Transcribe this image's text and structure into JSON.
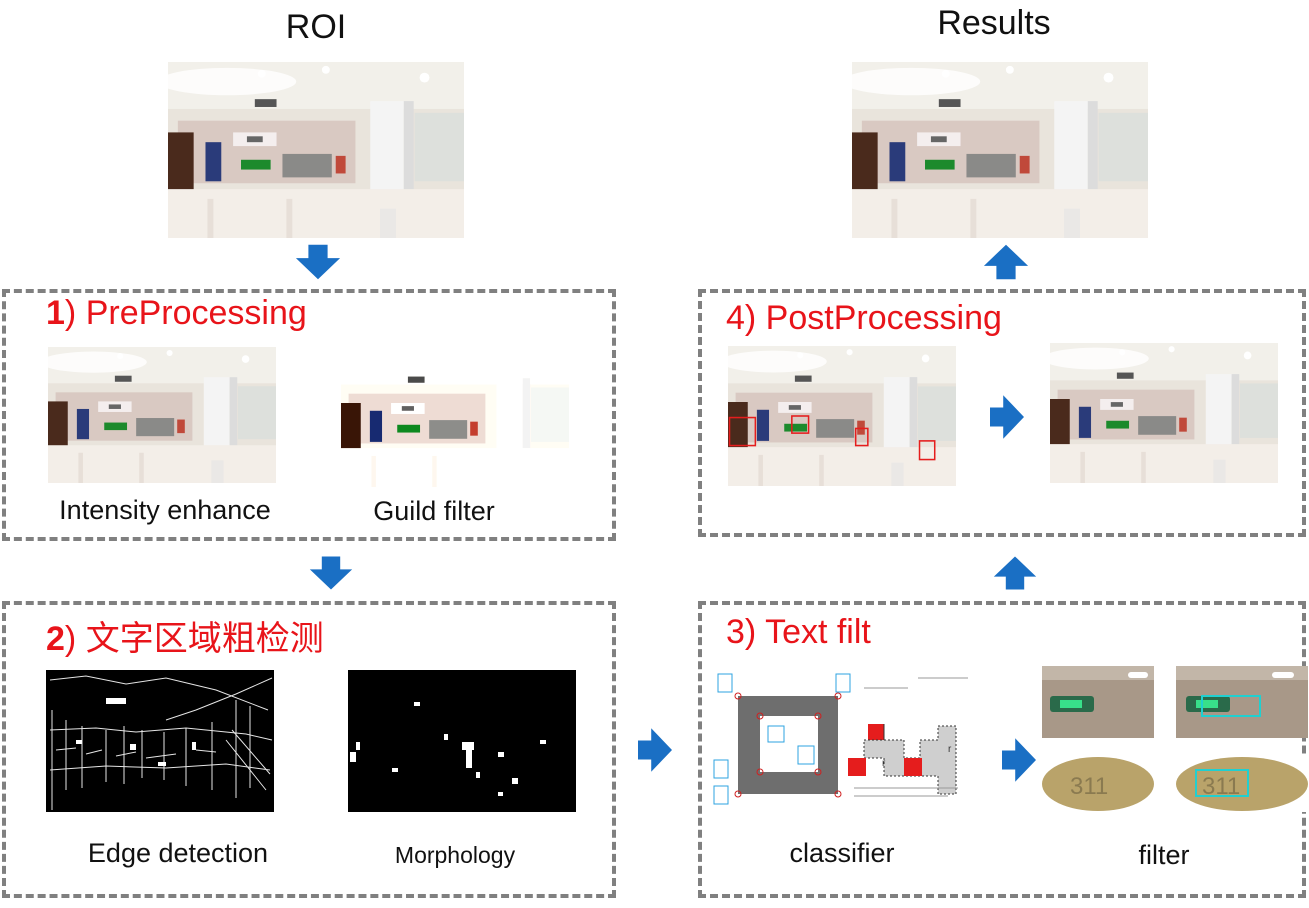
{
  "roi_title": "ROI",
  "results_title": "Results",
  "step1": {
    "num": "1",
    "label": ") PreProcessing",
    "cap_a": "Intensity enhance",
    "cap_b": "Guild filter"
  },
  "step2": {
    "num": "2",
    "label": ") 文字区域粗检测",
    "cap_a": "Edge detection",
    "cap_b": "Morphology"
  },
  "step3": {
    "label": "3) Text filt",
    "cap_a": "classifier",
    "cap_b": "filter"
  },
  "step4": {
    "label": "4) PostProcessing"
  },
  "filter_digits": "311",
  "colors": {
    "accent_red": "#e8141a",
    "arrow_blue": "#1a6fc4",
    "dash_gray": "#808080"
  }
}
